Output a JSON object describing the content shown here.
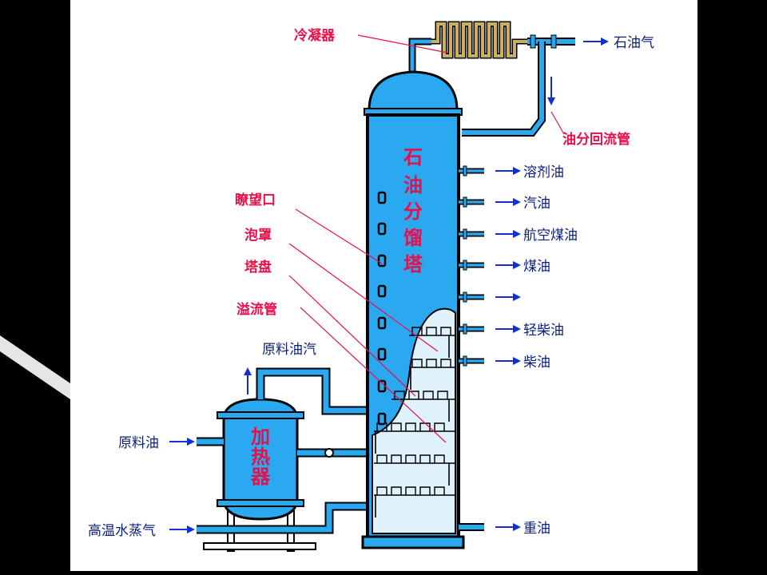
{
  "labels": {
    "condenser": "冷凝器",
    "petroleum_gas": "石油气",
    "reflux_pipe": "油分回流管",
    "solvent_oil": "溶剂油",
    "gasoline": "汽油",
    "jet_kerosene": "航空煤油",
    "kerosene": "煤油",
    "light_diesel": "轻柴油",
    "diesel": "柴油",
    "heavy_oil": "重油",
    "tower_name": [
      "石",
      "油",
      "分",
      "馏",
      "塔"
    ],
    "sight_glass": "瞭望口",
    "bubble_cap": "泡罩",
    "tray": "塔盘",
    "downcomer": "溢流管",
    "feed_vapor": "原料油汽",
    "feed_oil": "原料油",
    "steam": "高温水蒸气",
    "heater_name": [
      "加",
      "热",
      "器"
    ]
  },
  "colors": {
    "vessel_fill": "#2aa8f0",
    "pipe": "#2aa8f0",
    "outline": "#000000",
    "red_label": "#e8104a",
    "blue_label": "#0b1f7a",
    "arrow": "#1030d0",
    "condenser_coil": "#c8b060",
    "liquid": "#dff2fb"
  }
}
